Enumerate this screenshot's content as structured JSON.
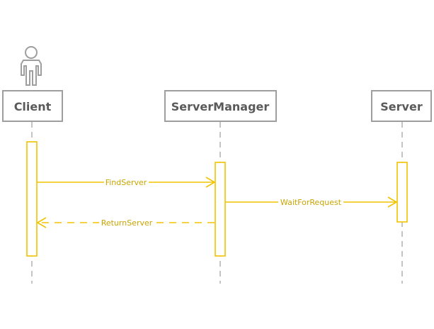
{
  "participants": {
    "client": {
      "name": "Client"
    },
    "server_manager": {
      "name": "ServerManager"
    },
    "server": {
      "name": "Server"
    }
  },
  "messages": {
    "find_server": {
      "label": "FindServer",
      "style": "sync"
    },
    "wait_for_request": {
      "label": "WaitForRequest",
      "style": "sync"
    },
    "return_server": {
      "label": "ReturnServer",
      "style": "return"
    }
  },
  "icons": {
    "actor": "person-icon"
  },
  "colors": {
    "accent": "#f2c300",
    "label": "#c9a400",
    "outline": "#9e9e9e",
    "participant_text": "#5a5a5a"
  }
}
